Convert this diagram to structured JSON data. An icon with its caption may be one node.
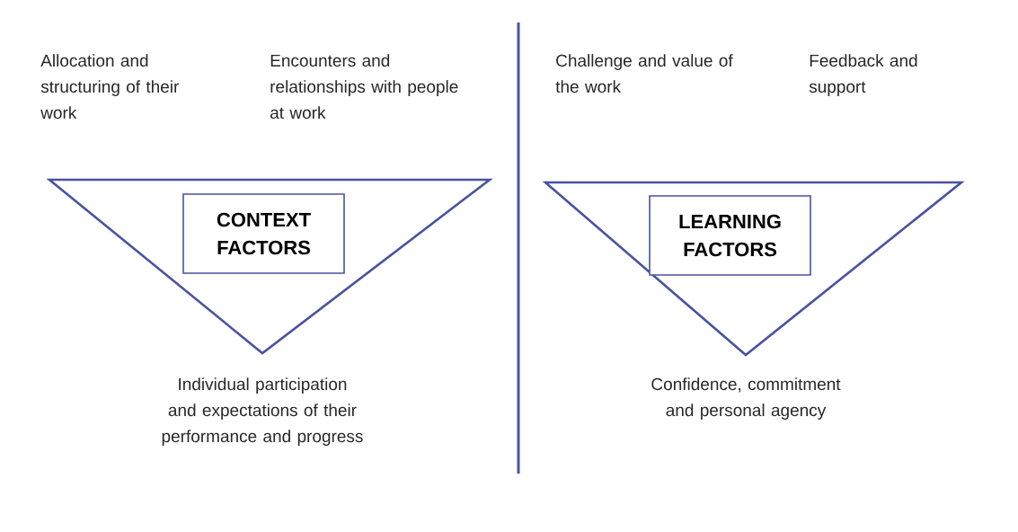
{
  "diagram": {
    "nodes": [
      {
        "text": [],
        "shape": "triangle"
      },
      {
        "text": [
          "CONTEXT FACTORS"
        ],
        "in": 0
      },
      {
        "text": [],
        "shape": "triangle"
      },
      {
        "text": [
          "LEARNING FACTORS"
        ],
        "in": 2
      }
    ],
    "labels": [
      "Allocation and structuring of their work",
      "Encounters and relationships with people at work",
      "Challenge and value of the work",
      "Feedback and support",
      "Individual participation and expectations of their performance and progress",
      "Confidence, commitment and personal agency"
    ]
  }
}
